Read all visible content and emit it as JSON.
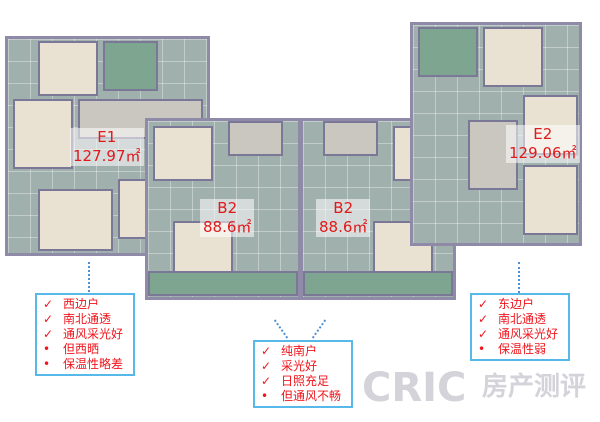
{
  "units": [
    {
      "name": "E1",
      "area": "127.97㎡"
    },
    {
      "name": "B2",
      "area": "88.6㎡"
    },
    {
      "name": "B2",
      "area": "88.6㎡"
    },
    {
      "name": "E2",
      "area": "129.06㎡"
    }
  ],
  "notes": {
    "west": [
      {
        "mark": "✓",
        "text": "西边户"
      },
      {
        "mark": "✓",
        "text": "南北通透"
      },
      {
        "mark": "✓",
        "text": "通风采光好"
      },
      {
        "mark": "•",
        "text": "但西晒"
      },
      {
        "mark": "•",
        "text": "保温性略差"
      }
    ],
    "middle": [
      {
        "mark": "✓",
        "text": "纯南户"
      },
      {
        "mark": "✓",
        "text": "采光好"
      },
      {
        "mark": "✓",
        "text": "日照充足"
      },
      {
        "mark": "•",
        "text": "但通风不畅"
      }
    ],
    "east": [
      {
        "mark": "✓",
        "text": "东边户"
      },
      {
        "mark": "✓",
        "text": "南北通透"
      },
      {
        "mark": "✓",
        "text": "通风采光好"
      },
      {
        "mark": "•",
        "text": "保温性弱"
      }
    ]
  },
  "watermark": {
    "logo": "CRIC",
    "text": "房产测评"
  },
  "colors": {
    "label": "#e0191b",
    "box_border": "#57b9ea",
    "arrow": "#4f8fd6"
  }
}
